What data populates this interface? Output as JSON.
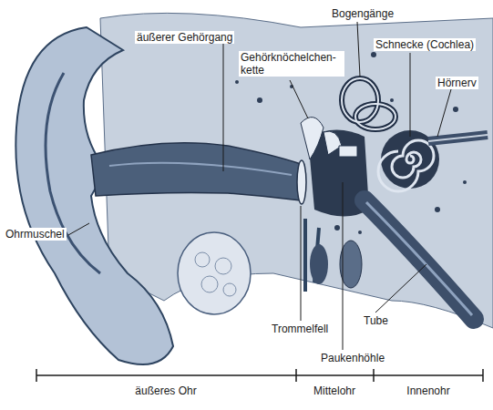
{
  "diagram": {
    "labels": [
      "äußerer Gehörgang",
      "Bogengänge",
      "Gehörknöchelchen- kette",
      "Schnecke (Cochlea)",
      "Hörnerv",
      "Ohrmuschel",
      "Trommelfell",
      "Paukenhöhle",
      "Tube",
      "äußeres Ohr",
      "Mittelohr",
      "Innenohr"
    ]
  }
}
